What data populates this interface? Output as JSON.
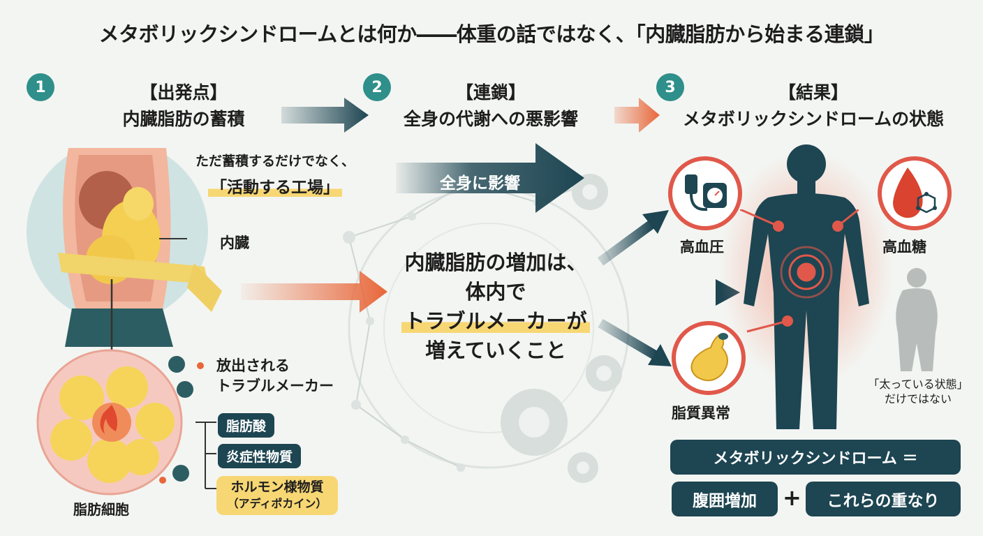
{
  "title": "メタボリックシンドロームとは何か――体重の話ではなく、「内臓脂肪から始まる連鎖」",
  "steps": [
    {
      "num": "1",
      "head_tag": "【出発点】",
      "head_text": "内臓脂肪の蓄積"
    },
    {
      "num": "2",
      "head_tag": "【連鎖】",
      "head_text": "全身の代謝への悪影響"
    },
    {
      "num": "3",
      "head_tag": "【結果】",
      "head_text": "メタボリックシンドロームの状態"
    }
  ],
  "left": {
    "callout_line1": "ただ蓄積するだけでなく、",
    "callout_line2": "「活動する工場」",
    "organ_label": "内臓",
    "cell_label": "脂肪細胞",
    "release_line1": "放出される",
    "release_line2": "トラブルメーカー",
    "substances": [
      "脂肪酸",
      "炎症性物質"
    ],
    "hormone_line1": "ホルモン様物質",
    "hormone_line2": "（アディポカイン）"
  },
  "middle": {
    "arrow_label": "全身に影響",
    "line1": "内臓脂肪の増加は、",
    "line2": "体内で",
    "line3": "トラブルメーカーが",
    "line4": "増えていくこと"
  },
  "right": {
    "conditions": [
      "高血圧",
      "高血糖",
      "脂質異常"
    ],
    "note_line1": "「太っている状態」",
    "note_line2": "だけではない",
    "formula_top": "メタボリックシンドローム ＝",
    "formula_left": "腹囲増加",
    "formula_plus": "+",
    "formula_right": "これらの重なり"
  },
  "colors": {
    "teal_dark": "#1d4552",
    "teal_badge": "#2f8f8a",
    "orange": "#e8673a",
    "highlight": "#f7d774",
    "red_ring": "#e0584a"
  }
}
